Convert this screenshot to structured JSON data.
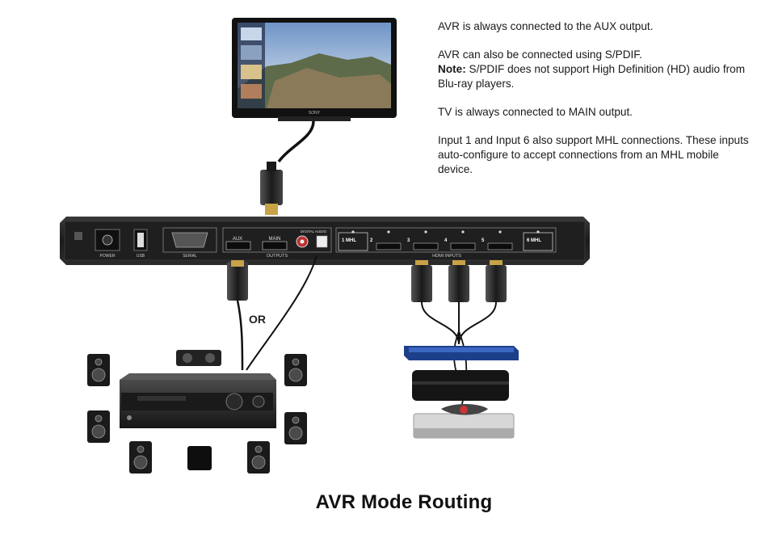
{
  "notes": {
    "aux": "AVR is always connected to the AUX output.",
    "spdif_line": "AVR can also be connected using S/PDIF.",
    "spdif_note_label": "Note:",
    "spdif_note_text": " S/PDIF does not support High Definition (HD) audio from Blu-ray players.",
    "main": "TV is always connected to MAIN output.",
    "mhl": "Input 1 and Input 6 also support MHL connections. These inputs auto-configure to accept connections from an MHL mobile device."
  },
  "device": {
    "power_label": "POWER",
    "usb_label": "USB",
    "serial_label": "SERIAL",
    "outputs_label": "OUTPUTS",
    "aux_label": "AUX",
    "main_label": "MAIN",
    "digital_audio_label": "DIGITAL AUDIO",
    "hdmi_inputs_label": "HDMI INPUTS",
    "inputs": [
      "1 MHL",
      "2",
      "3",
      "4",
      "5",
      "6 MHL"
    ]
  },
  "or_label": "OR",
  "tv_brand": "SONY",
  "caption": "AVR Mode Routing"
}
